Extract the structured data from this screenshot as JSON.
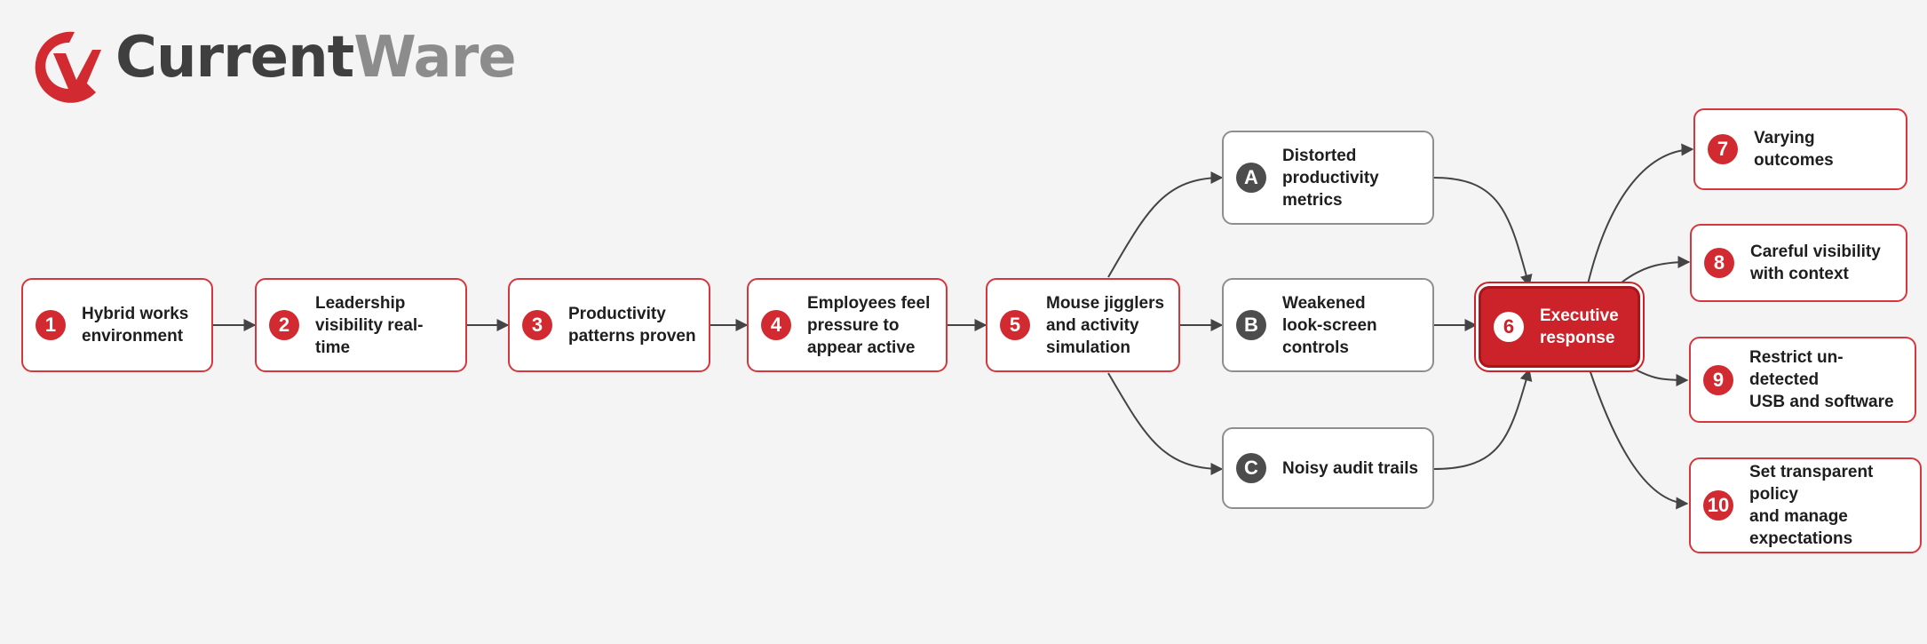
{
  "logo": {
    "part1": "Current",
    "part2": "Ware"
  },
  "colors": {
    "accent": "#d12a31",
    "neutral": "#4d4d4d",
    "line": "#444444"
  },
  "nodes": {
    "n1": {
      "badge": "1",
      "label": "Hybrid works\nenvironment"
    },
    "n2": {
      "badge": "2",
      "label": "Leadership\nvisibility real-time"
    },
    "n3": {
      "badge": "3",
      "label": "Productivity\npatterns proven"
    },
    "n4": {
      "badge": "4",
      "label": "Employees feel\npressure to\nappear active"
    },
    "n5": {
      "badge": "5",
      "label": "Mouse jigglers\nand activity\nsimulation"
    },
    "nA": {
      "badge": "A",
      "label": "Distorted\nproductivity\nmetrics"
    },
    "nB": {
      "badge": "B",
      "label": "Weakened\nlook-screen\ncontrols"
    },
    "nC": {
      "badge": "C",
      "label": "Noisy audit trails"
    },
    "n6": {
      "badge": "6",
      "label": "Executive\nresponse"
    },
    "n7": {
      "badge": "7",
      "label": "Varying\noutcomes"
    },
    "n8": {
      "badge": "8",
      "label": "Careful visibility\nwith context"
    },
    "n9": {
      "badge": "9",
      "label": "Restrict un-detected\nUSB and software"
    },
    "n10": {
      "badge": "10",
      "label": "Set transparent policy\nand manage\nexpectations"
    }
  }
}
